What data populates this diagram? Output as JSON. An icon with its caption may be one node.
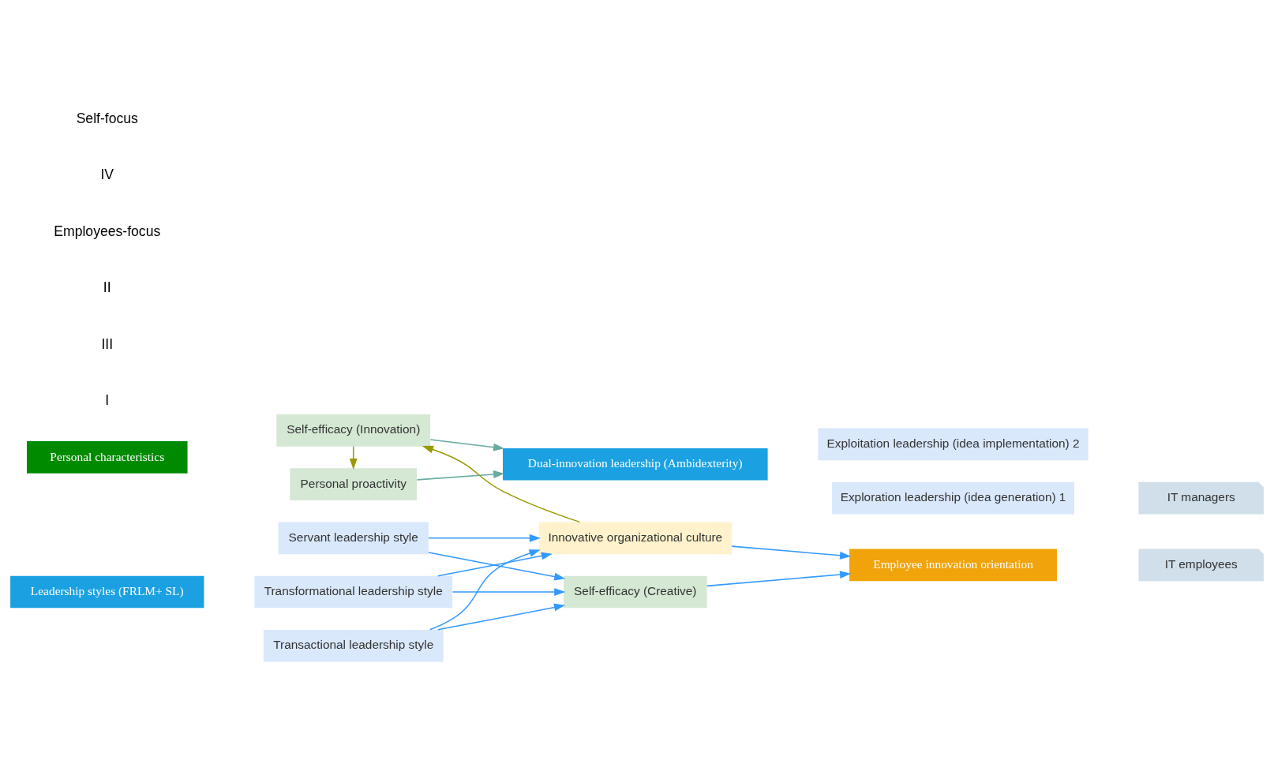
{
  "diagram": {
    "nodes": [
      {
        "text": [
          "Personal characteristics"
        ]
      },
      {
        "text": [
          "Personal proactivity"
        ]
      },
      {
        "text": [
          "Self-efficacy (Innovation)"
        ]
      },
      {
        "text": [
          "Dual-innovation leadership (Ambidexterity)"
        ]
      },
      {
        "text": [
          "Exploration leadership (idea generation) 1"
        ]
      },
      {
        "text": [
          "Exploitation leadership (idea implementation) 2"
        ]
      },
      {
        "text": [
          "IT managers"
        ]
      },
      {
        "text": [
          "Leadership styles (FRLM+ SL)"
        ]
      },
      {
        "text": [
          "Servant leadership style"
        ]
      },
      {
        "text": [
          "Transformational leadership style"
        ]
      },
      {
        "text": [
          "Transactional leadership style"
        ]
      },
      {
        "text": [
          "Innovative organizational culture"
        ]
      },
      {
        "text": [
          "Self-efficacy (Creative)"
        ]
      },
      {
        "text": [
          "Employee innovation orientation"
        ]
      },
      {
        "text": [
          "IT employees"
        ]
      }
    ],
    "edges": [
      {
        "from": 2,
        "to": 1,
        "arrow": "to",
        "color": "#999900"
      },
      {
        "from": 1,
        "to": 3,
        "arrow": "to",
        "color": "#67ab9f"
      },
      {
        "from": 2,
        "to": 3,
        "arrow": "to",
        "color": "#67ab9f"
      },
      {
        "from": 11,
        "to": 2,
        "arrow": "to",
        "color": "#999900"
      },
      {
        "from": 8,
        "to": 11,
        "arrow": "to"
      },
      {
        "from": 8,
        "to": 12,
        "arrow": "to"
      },
      {
        "from": 9,
        "to": 11,
        "arrow": "to"
      },
      {
        "from": 9,
        "to": 12,
        "arrow": "to"
      },
      {
        "from": 10,
        "to": 11,
        "arrow": "to"
      },
      {
        "from": 10,
        "to": 12,
        "arrow": "to"
      },
      {
        "from": 11,
        "to": 13,
        "arrow": "to"
      },
      {
        "from": 12,
        "to": 13,
        "arrow": "to"
      }
    ],
    "labels": [
      "I",
      "III",
      "II",
      "Employees-focus",
      "IV",
      "Self-focus"
    ]
  }
}
